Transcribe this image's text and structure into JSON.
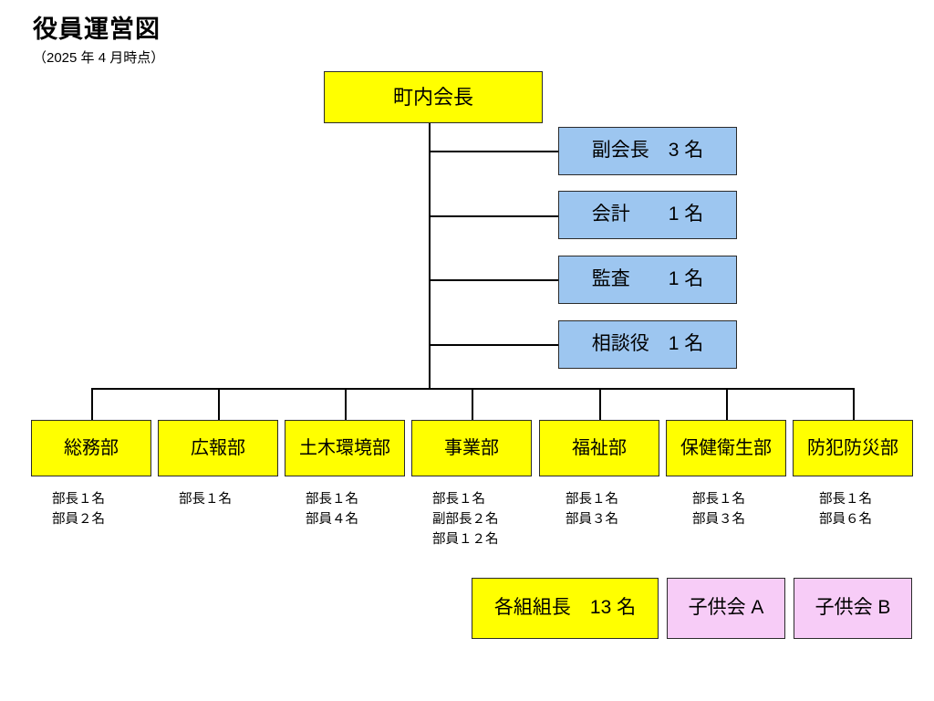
{
  "header": {
    "title": "役員運営図",
    "subtitle": "（2025 年 4 月時点）"
  },
  "colors": {
    "yellow": "#ffff00",
    "blue": "#9dc6f0",
    "pink": "#f7ccf7",
    "border": "#2b2b2b",
    "line": "#000000",
    "background": "#ffffff"
  },
  "chart_data": {
    "type": "diagram",
    "title": "役員運営図",
    "subtitle": "（2025 年 4 月時点）",
    "root": {
      "label": "町内会長",
      "color": "yellow"
    },
    "officers": [
      {
        "label": "副会長　3 名",
        "role": "副会長",
        "count": 3,
        "color": "blue"
      },
      {
        "label": "会計　　1 名",
        "role": "会計",
        "count": 1,
        "color": "blue"
      },
      {
        "label": "監査　　1 名",
        "role": "監査",
        "count": 1,
        "color": "blue"
      },
      {
        "label": "相談役　1 名",
        "role": "相談役",
        "count": 1,
        "color": "blue"
      }
    ],
    "departments": [
      {
        "label": "総務部",
        "color": "yellow",
        "staff": "部長１名\n部員２名"
      },
      {
        "label": "広報部",
        "color": "yellow",
        "staff": "部長１名"
      },
      {
        "label": "土木環境部",
        "color": "yellow",
        "staff": "部長１名\n部員４名"
      },
      {
        "label": "事業部",
        "color": "yellow",
        "staff": "部長１名\n副部長２名\n部員１２名"
      },
      {
        "label": "福祉部",
        "color": "yellow",
        "staff": "部長１名\n部員３名"
      },
      {
        "label": "保健衛生部",
        "color": "yellow",
        "staff": "部長１名\n部員３名"
      },
      {
        "label": "防犯防災部",
        "color": "yellow",
        "staff": "部長１名\n部員６名"
      }
    ],
    "groups": [
      {
        "label": "各組組長　13 名",
        "color": "yellow"
      },
      {
        "label": "子供会 A",
        "color": "pink"
      },
      {
        "label": "子供会 B",
        "color": "pink"
      }
    ]
  }
}
